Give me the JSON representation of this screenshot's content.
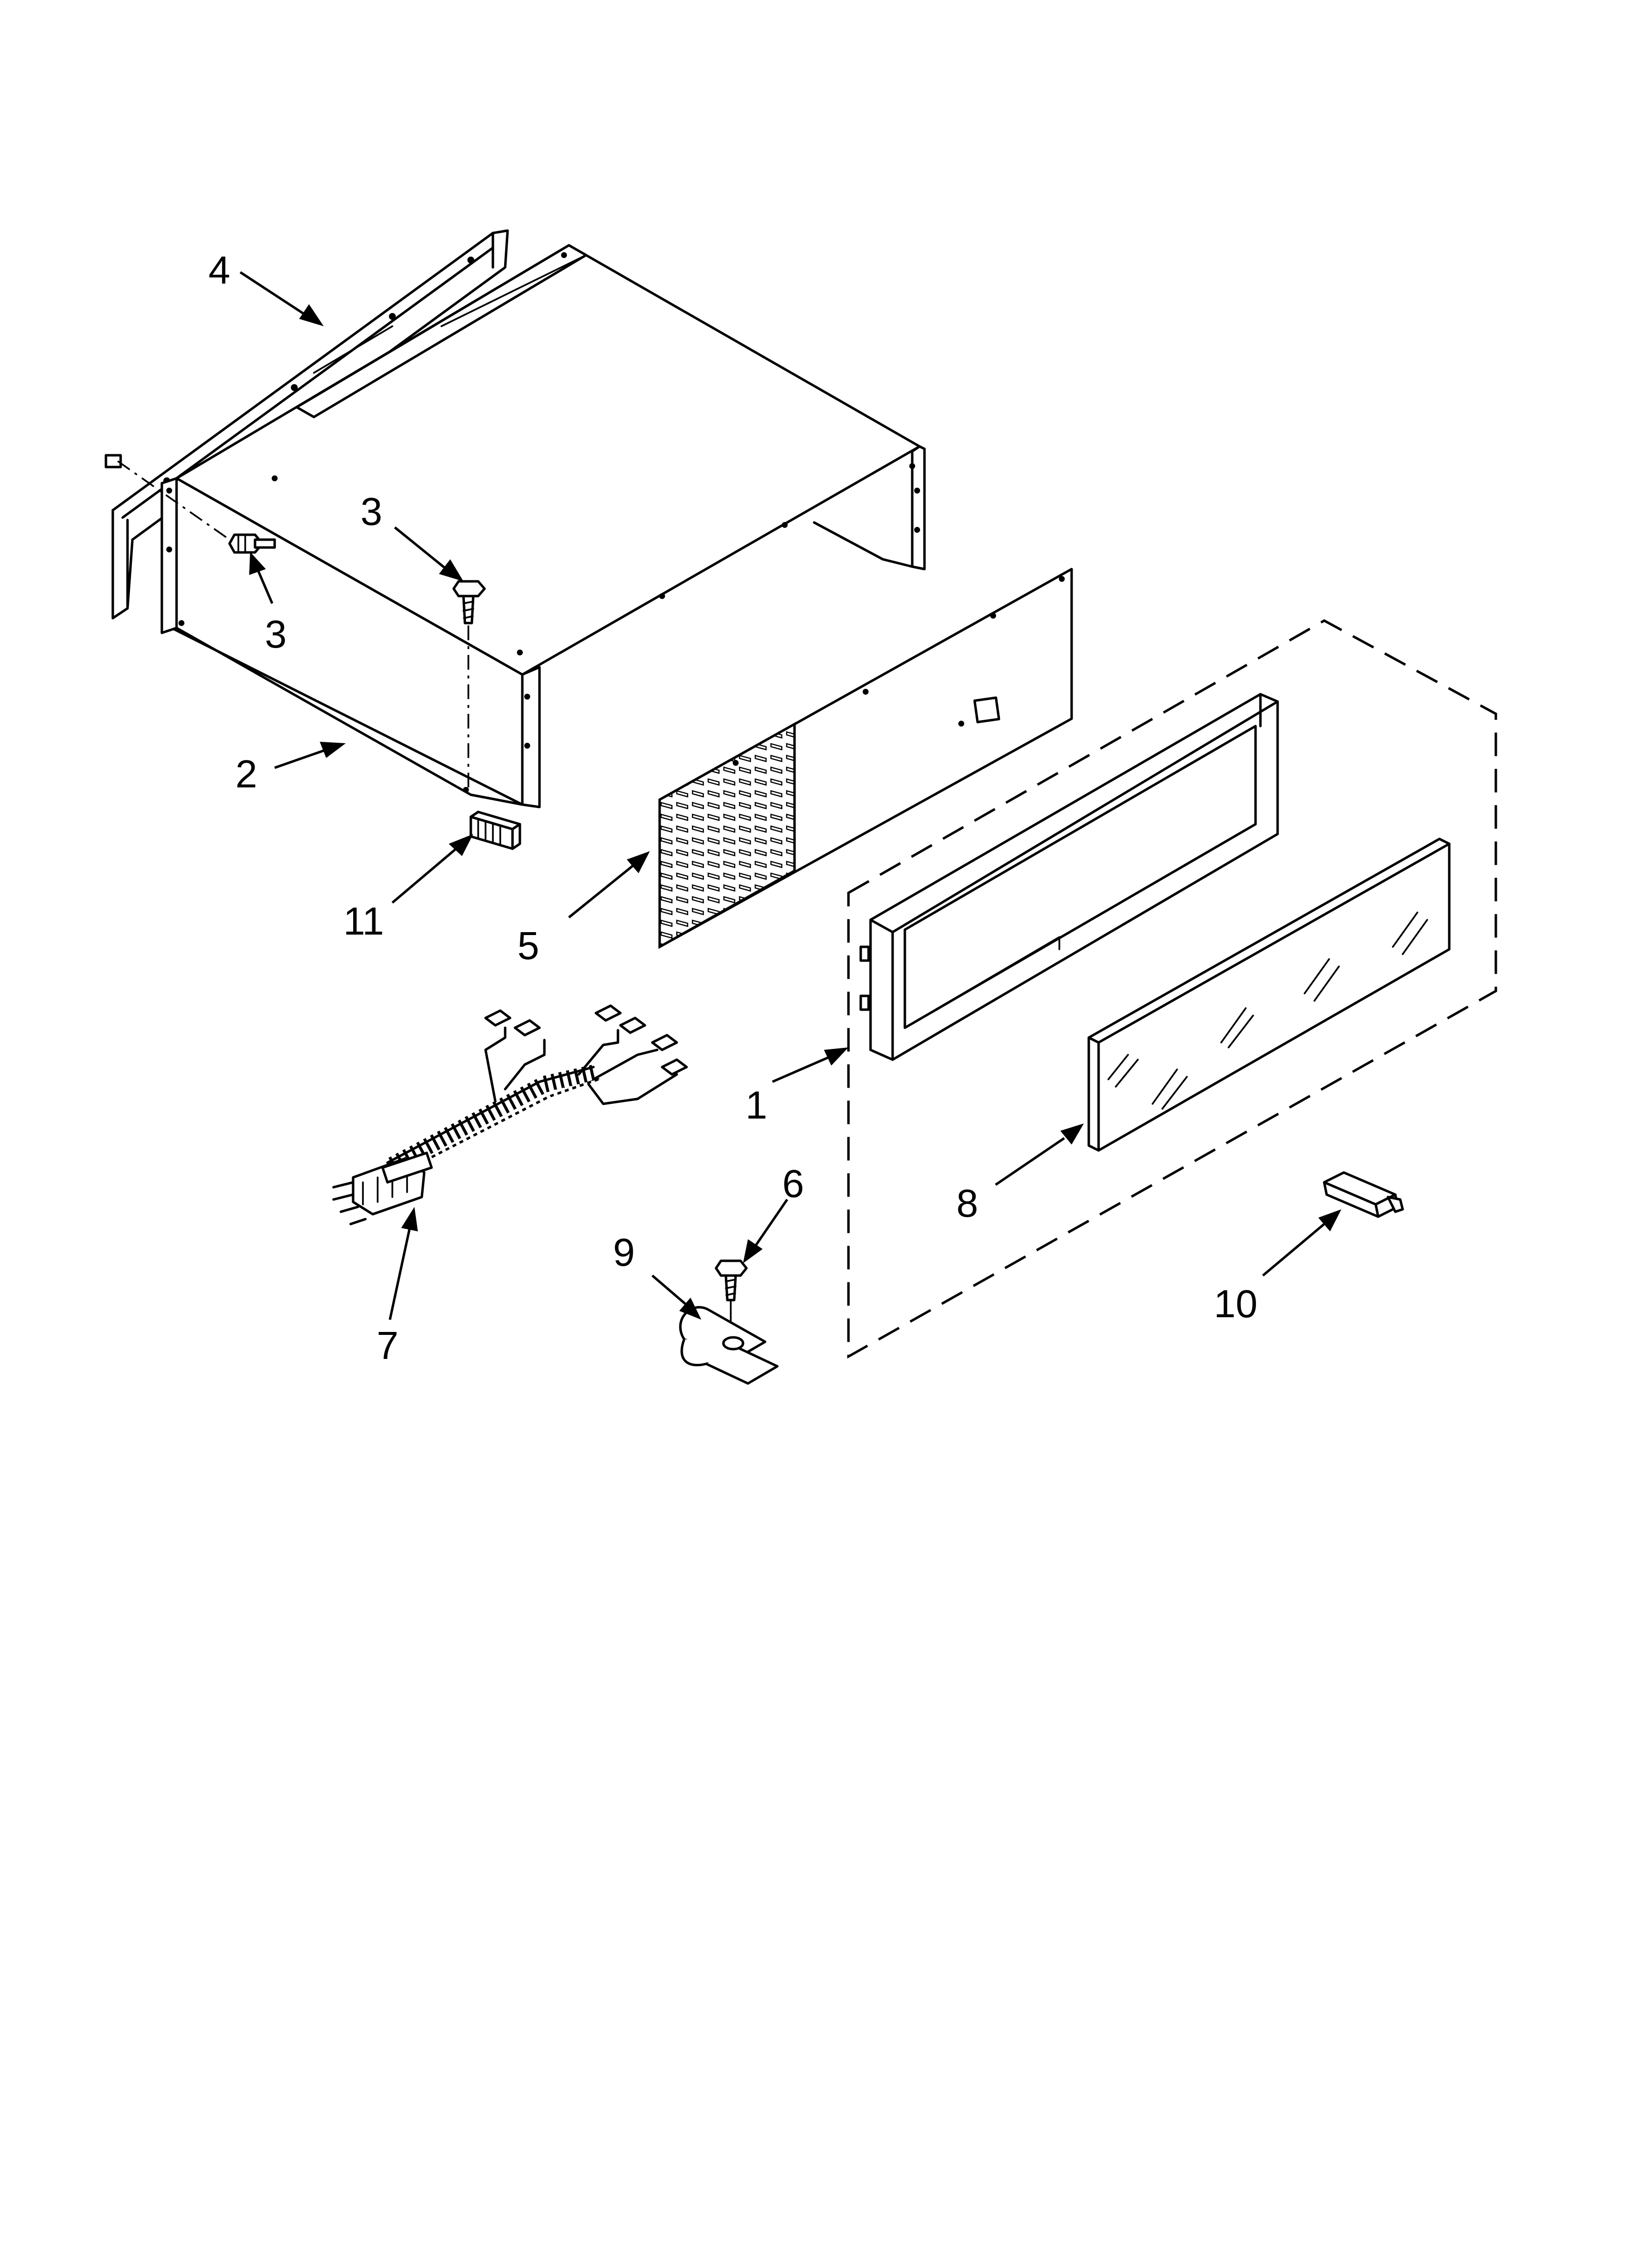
{
  "callouts": [
    {
      "id": "c1",
      "label": "1"
    },
    {
      "id": "c2",
      "label": "2"
    },
    {
      "id": "c3a",
      "label": "3"
    },
    {
      "id": "c3b",
      "label": "3"
    },
    {
      "id": "c4",
      "label": "4"
    },
    {
      "id": "c5",
      "label": "5"
    },
    {
      "id": "c6",
      "label": "6"
    },
    {
      "id": "c7",
      "label": "7"
    },
    {
      "id": "c8",
      "label": "8"
    },
    {
      "id": "c9",
      "label": "9"
    },
    {
      "id": "c10",
      "label": "10"
    },
    {
      "id": "c11",
      "label": "11"
    }
  ]
}
